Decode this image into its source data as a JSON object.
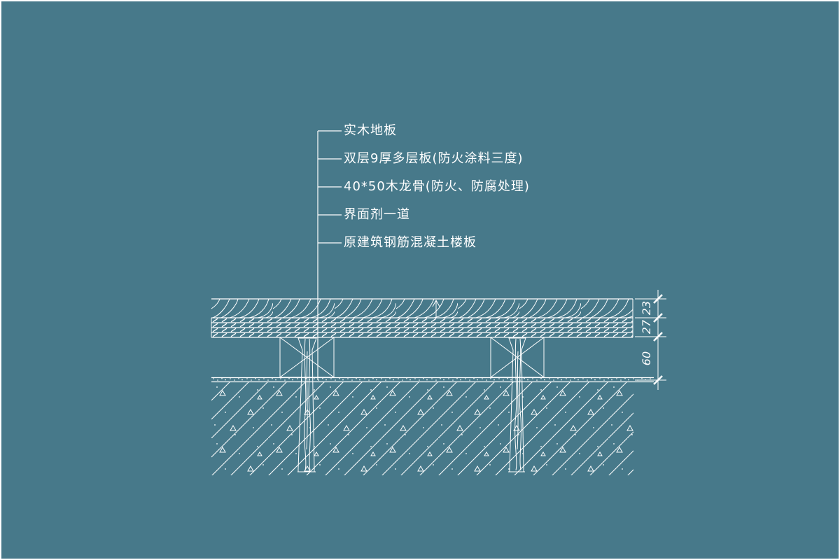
{
  "meta": {
    "drawing_type": "construction-detail-section",
    "background_color": "#47798A",
    "line_color": "#FFFFFF"
  },
  "callouts": {
    "items": [
      {
        "label": "实木地板"
      },
      {
        "label": "双层9厚多层板(防火涂料三度)"
      },
      {
        "label": "40*50木龙骨(防火、防腐处理)"
      },
      {
        "label": "界面剂一道"
      },
      {
        "label": "原建筑钢筋混凝土楼板"
      }
    ]
  },
  "dimensions": {
    "values": [
      "23",
      "27",
      "60"
    ]
  },
  "layers": {
    "wood_floor": "solid-wood-floor-layer",
    "plywood": "double-9mm-plywood-layer",
    "joist": "40x50-wood-joist",
    "interface": "interface-agent-coat",
    "slab": "reinforced-concrete-slab"
  }
}
